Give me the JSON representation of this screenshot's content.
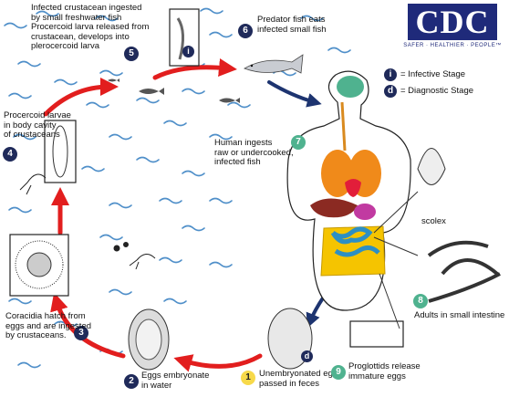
{
  "logo": {
    "text": "CDC",
    "tagline": "SAFER · HEALTHIER · PEOPLE™"
  },
  "legend": {
    "infective_symbol": "i",
    "infective_label": "= Infective Stage",
    "diagnostic_symbol": "d",
    "diagnostic_label": "= Diagnostic Stage"
  },
  "stages": [
    {
      "num": "1",
      "text": "Unembryonated eggs\npassed in feces"
    },
    {
      "num": "2",
      "text": "Eggs embryonate\nin water"
    },
    {
      "num": "3",
      "text": "Coracidia hatch from\neggs and are ingested\nby crustaceans."
    },
    {
      "num": "4",
      "text": "Procercoid larvae\nin body cavity\nof crustaceans"
    },
    {
      "num": "5",
      "text": "Infected crustacean ingested\nby small freshwater fish\nProcercoid larva released from\ncrustacean, develops into\nplerocercoid larva"
    },
    {
      "num": "6",
      "text": "Predator fish eats\ninfected small fish"
    },
    {
      "num": "7",
      "text": "Human ingests\nraw or undercooked,\ninfected fish"
    },
    {
      "num": "8",
      "text": "Adults in small intestine"
    },
    {
      "num": "9",
      "text": "Proglottids release\nimmature eggs"
    }
  ],
  "labels": {
    "scolex": "scolex"
  },
  "colors": {
    "arrow_red": "#e21e1e",
    "arrow_blue": "#1d3470",
    "water": "#4f8fc9",
    "badge": "#1f2a5a"
  }
}
